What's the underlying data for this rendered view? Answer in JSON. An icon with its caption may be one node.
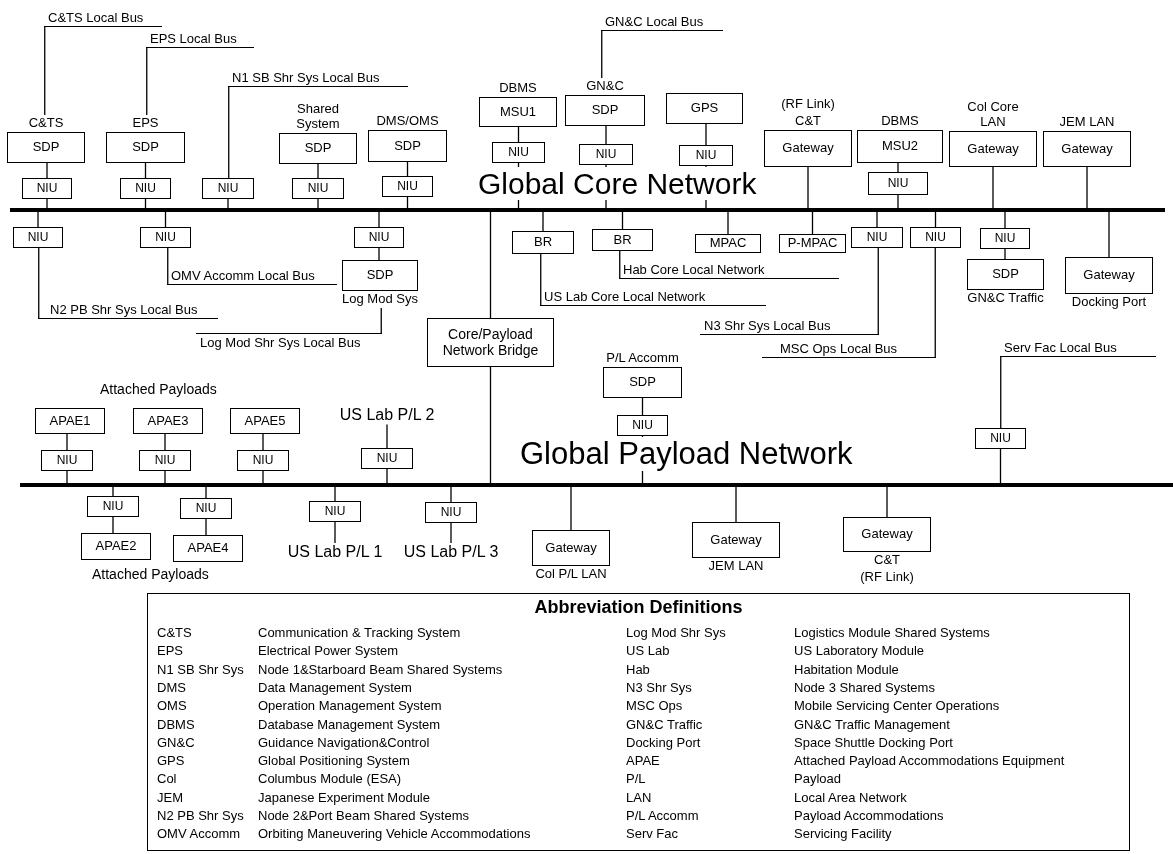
{
  "diagram": {
    "nodes": [
      {
        "text": [],
        "shape": "bar"
      },
      {
        "text": [],
        "shape": "bar"
      },
      {
        "text": [
          "C&TS",
          "SDP"
        ]
      },
      {
        "text": [
          "NIU"
        ]
      },
      {
        "text": [
          "C&TS Local Bus"
        ]
      },
      {
        "text": [
          "EPS",
          "SDP"
        ]
      },
      {
        "text": [
          "NIU"
        ]
      },
      {
        "text": [
          "EPS Local Bus"
        ]
      },
      {
        "text": [
          "NIU"
        ]
      },
      {
        "text": [
          "N1 SB Shr Sys Local Bus"
        ]
      },
      {
        "text": [
          "Shared System",
          "SDP"
        ]
      },
      {
        "text": [
          "NIU"
        ]
      },
      {
        "text": [
          "DMS/OMS",
          "SDP"
        ]
      },
      {
        "text": [
          "NIU"
        ]
      },
      {
        "text": [
          "DBMS",
          "MSU1"
        ]
      },
      {
        "text": [
          "NIU"
        ]
      },
      {
        "text": [
          "GN&C",
          "SDP"
        ]
      },
      {
        "text": [
          "NIU"
        ]
      },
      {
        "text": [
          "GN&C Local Bus"
        ]
      },
      {
        "text": [
          "GPS"
        ]
      },
      {
        "text": [
          "NIU"
        ]
      },
      {
        "text": [
          "(RF Link)",
          "C&T",
          "Gateway"
        ]
      },
      {
        "text": [
          "DBMS",
          "MSU2"
        ]
      },
      {
        "text": [
          "NIU"
        ]
      },
      {
        "text": [
          "Col Core LAN",
          "Gateway"
        ]
      },
      {
        "text": [
          "JEM LAN",
          "Gateway"
        ]
      },
      {
        "text": [
          "NIU"
        ]
      },
      {
        "text": [
          "N2 PB Shr Sys Local Bus"
        ]
      },
      {
        "text": [
          "NIU"
        ]
      },
      {
        "text": [
          "OMV Accomm Local Bus"
        ]
      },
      {
        "text": [
          "NIU"
        ]
      },
      {
        "text": [
          "SDP",
          "Log Mod Sys"
        ]
      },
      {
        "text": [
          "Log Mod Shr Sys Local Bus"
        ]
      },
      {
        "text": [
          "Core/Payload Network Bridge"
        ]
      },
      {
        "text": [
          "BR"
        ]
      },
      {
        "text": [
          "US Lab Core Local Network"
        ]
      },
      {
        "text": [
          "BR"
        ]
      },
      {
        "text": [
          "Hab Core Local Network"
        ]
      },
      {
        "text": [
          "MPAC"
        ]
      },
      {
        "text": [
          "P-MPAC"
        ]
      },
      {
        "text": [
          "NIU"
        ]
      },
      {
        "text": [
          "N3 Shr Sys Local Bus"
        ]
      },
      {
        "text": [
          "NIU"
        ]
      },
      {
        "text": [
          "MSC Ops Local Bus"
        ]
      },
      {
        "text": [
          "NIU"
        ]
      },
      {
        "text": [
          "SDP",
          "GN&C Traffic"
        ]
      },
      {
        "text": [
          "Gateway",
          "Docking Port"
        ]
      },
      {
        "text": [
          "P/L Accomm",
          "SDP"
        ]
      },
      {
        "text": [
          "NIU"
        ]
      },
      {
        "text": [
          "Serv Fac Local Bus"
        ]
      },
      {
        "text": [
          "NIU"
        ]
      },
      {
        "text": [
          "APAE1"
        ]
      },
      {
        "text": [
          "NIU"
        ]
      },
      {
        "text": [
          "APAE3"
        ]
      },
      {
        "text": [
          "NIU"
        ]
      },
      {
        "text": [
          "APAE5"
        ]
      },
      {
        "text": [
          "NIU"
        ]
      },
      {
        "text": [
          "US Lab P/L 2"
        ]
      },
      {
        "text": [
          "NIU"
        ]
      },
      {
        "text": [
          "NIU"
        ]
      },
      {
        "text": [
          "APAE2"
        ]
      },
      {
        "text": [
          "NIU"
        ]
      },
      {
        "text": [
          "APAE4"
        ]
      },
      {
        "text": [
          "NIU"
        ]
      },
      {
        "text": [
          "US Lab P/L 1"
        ]
      },
      {
        "text": [
          "NIU"
        ]
      },
      {
        "text": [
          "US Lab P/L 3"
        ]
      },
      {
        "text": [
          "Gateway",
          "Col P/L LAN"
        ]
      },
      {
        "text": [
          "Gateway",
          "JEM LAN"
        ]
      },
      {
        "text": [
          "Gateway",
          "C&T",
          "(RF Link)"
        ]
      }
    ],
    "edges": [
      {
        "from": 2,
        "to": 3,
        "arrow": "none"
      },
      {
        "from": 3,
        "to": 0,
        "arrow": "none"
      },
      {
        "from": 2,
        "to": 4,
        "arrow": "none"
      },
      {
        "from": 5,
        "to": 6,
        "arrow": "none"
      },
      {
        "from": 6,
        "to": 0,
        "arrow": "none"
      },
      {
        "from": 5,
        "to": 7,
        "arrow": "none"
      },
      {
        "from": 8,
        "to": 0,
        "arrow": "none"
      },
      {
        "from": 8,
        "to": 9,
        "arrow": "none"
      },
      {
        "from": 10,
        "to": 11,
        "arrow": "none"
      },
      {
        "from": 11,
        "to": 0,
        "arrow": "none"
      },
      {
        "from": 12,
        "to": 13,
        "arrow": "none"
      },
      {
        "from": 13,
        "to": 0,
        "arrow": "none"
      },
      {
        "from": 14,
        "to": 15,
        "arrow": "none"
      },
      {
        "from": 15,
        "to": 0,
        "arrow": "none"
      },
      {
        "from": 16,
        "to": 17,
        "arrow": "none"
      },
      {
        "from": 17,
        "to": 0,
        "arrow": "none"
      },
      {
        "from": 16,
        "to": 18,
        "arrow": "none"
      },
      {
        "from": 19,
        "to": 20,
        "arrow": "none"
      },
      {
        "from": 20,
        "to": 0,
        "arrow": "none"
      },
      {
        "from": 21,
        "to": 0,
        "arrow": "none"
      },
      {
        "from": 22,
        "to": 23,
        "arrow": "none"
      },
      {
        "from": 23,
        "to": 0,
        "arrow": "none"
      },
      {
        "from": 24,
        "to": 0,
        "arrow": "none"
      },
      {
        "from": 25,
        "to": 0,
        "arrow": "none"
      },
      {
        "from": 0,
        "to": 26,
        "arrow": "none"
      },
      {
        "from": 26,
        "to": 27,
        "arrow": "none"
      },
      {
        "from": 0,
        "to": 28,
        "arrow": "none"
      },
      {
        "from": 28,
        "to": 29,
        "arrow": "none"
      },
      {
        "from": 0,
        "to": 30,
        "arrow": "none"
      },
      {
        "from": 30,
        "to": 31,
        "arrow": "none"
      },
      {
        "from": 31,
        "to": 32,
        "arrow": "none"
      },
      {
        "from": 0,
        "to": 33,
        "arrow": "none"
      },
      {
        "from": 33,
        "to": 1,
        "arrow": "none"
      },
      {
        "from": 0,
        "to": 34,
        "arrow": "none"
      },
      {
        "from": 34,
        "to": 35,
        "arrow": "none"
      },
      {
        "from": 0,
        "to": 36,
        "arrow": "none"
      },
      {
        "from": 36,
        "to": 37,
        "arrow": "none"
      },
      {
        "from": 0,
        "to": 38,
        "arrow": "none"
      },
      {
        "from": 0,
        "to": 39,
        "arrow": "none"
      },
      {
        "from": 0,
        "to": 40,
        "arrow": "none"
      },
      {
        "from": 40,
        "to": 41,
        "arrow": "none"
      },
      {
        "from": 0,
        "to": 42,
        "arrow": "none"
      },
      {
        "from": 42,
        "to": 43,
        "arrow": "none"
      },
      {
        "from": 0,
        "to": 44,
        "arrow": "none"
      },
      {
        "from": 44,
        "to": 45,
        "arrow": "none"
      },
      {
        "from": 0,
        "to": 46,
        "arrow": "none"
      },
      {
        "from": 47,
        "to": 48,
        "arrow": "none"
      },
      {
        "from": 48,
        "to": 1,
        "arrow": "none"
      },
      {
        "from": 50,
        "to": 49,
        "arrow": "none"
      },
      {
        "from": 50,
        "to": 1,
        "arrow": "none"
      },
      {
        "from": 51,
        "to": 52,
        "arrow": "none"
      },
      {
        "from": 52,
        "to": 1,
        "arrow": "none"
      },
      {
        "from": 53,
        "to": 54,
        "arrow": "none"
      },
      {
        "from": 54,
        "to": 1,
        "arrow": "none"
      },
      {
        "from": 55,
        "to": 56,
        "arrow": "none"
      },
      {
        "from": 56,
        "to": 1,
        "arrow": "none"
      },
      {
        "from": 58,
        "to": 57,
        "arrow": "none"
      },
      {
        "from": 58,
        "to": 1,
        "arrow": "none"
      },
      {
        "from": 1,
        "to": 59,
        "arrow": "none"
      },
      {
        "from": 59,
        "to": 60,
        "arrow": "none"
      },
      {
        "from": 1,
        "to": 61,
        "arrow": "none"
      },
      {
        "from": 61,
        "to": 62,
        "arrow": "none"
      },
      {
        "from": 1,
        "to": 63,
        "arrow": "none"
      },
      {
        "from": 63,
        "to": 64,
        "arrow": "none"
      },
      {
        "from": 1,
        "to": 65,
        "arrow": "none"
      },
      {
        "from": 65,
        "to": 66,
        "arrow": "none"
      },
      {
        "from": 1,
        "to": 67,
        "arrow": "none"
      },
      {
        "from": 1,
        "to": 68,
        "arrow": "none"
      },
      {
        "from": 1,
        "to": 69,
        "arrow": "none"
      }
    ],
    "labels": [
      "Global Core Network",
      "Global Payload Network",
      "Attached Payloads",
      "Attached Payloads",
      "Abbreviation Definitions",
      "C&TS",
      "Communication & Tracking System",
      "Log Mod Shr Sys",
      "Logistics Module Shared Systems",
      "EPS",
      "Electrical Power System",
      "US Lab",
      "US Laboratory Module",
      "N1 SB Shr Sys",
      "Node 1&Starboard Beam Shared Systems",
      "Hab",
      "Habitation Module",
      "DMS",
      "Data Management System",
      "N3 Shr Sys",
      "Node 3 Shared Systems",
      "OMS",
      "Operation Management System",
      "MSC Ops",
      "Mobile Servicing Center Operations",
      "DBMS",
      "Database Management System",
      "GN&C Traffic",
      "GN&C Traffic Management",
      "GN&C",
      "Guidance Navigation&Control",
      "Docking Port",
      "Space Shuttle Docking Port",
      "GPS",
      "Global Positioning System",
      "APAE",
      "Attached Payload Accommodations Equipment",
      "Col",
      "Columbus Module (ESA)",
      "P/L",
      "Payload",
      "JEM",
      "Japanese Experiment Module",
      "LAN",
      "Local Area Network",
      "N2 PB Shr Sys",
      "Node 2&Port Beam Shared Systems",
      "P/L Accomm",
      "Payload Accommodations",
      "OMV Accomm",
      "Orbiting Maneuvering Vehicle Accommodations",
      "Serv Fac",
      "Servicing Facility"
    ]
  }
}
